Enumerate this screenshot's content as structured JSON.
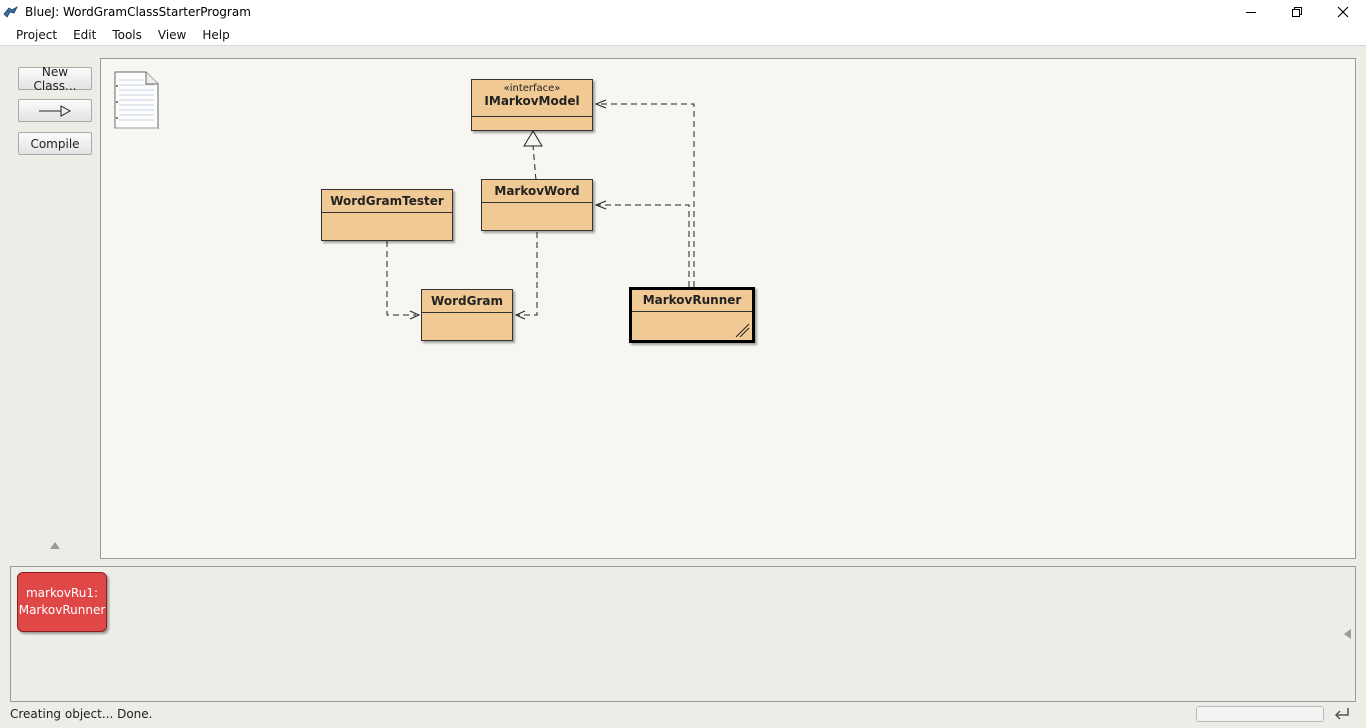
{
  "window": {
    "title": "BlueJ:  WordGramClassStarterProgram",
    "controls": [
      "minimize-icon",
      "restore-icon",
      "close-icon"
    ]
  },
  "menu": [
    "Project",
    "Edit",
    "Tools",
    "View",
    "Help"
  ],
  "toolbar": {
    "new_class": "New Class...",
    "compile": "Compile"
  },
  "diagram": {
    "classes": {
      "imarkovmodel": {
        "stereotype": "«interface»",
        "name": "IMarkovModel"
      },
      "markovword": {
        "name": "MarkovWord"
      },
      "wordgramtester": {
        "name": "WordGramTester"
      },
      "wordgram": {
        "name": "WordGram"
      },
      "markovrunner": {
        "name": "MarkovRunner"
      }
    }
  },
  "bench": {
    "object": {
      "line1": "markovRu1:",
      "line2": "MarkovRunner"
    }
  },
  "status": {
    "message": "Creating object... Done."
  },
  "colors": {
    "class_fill": "#f0c995",
    "object_fill": "#e04848",
    "canvas_bg": "#f7f6f1"
  }
}
